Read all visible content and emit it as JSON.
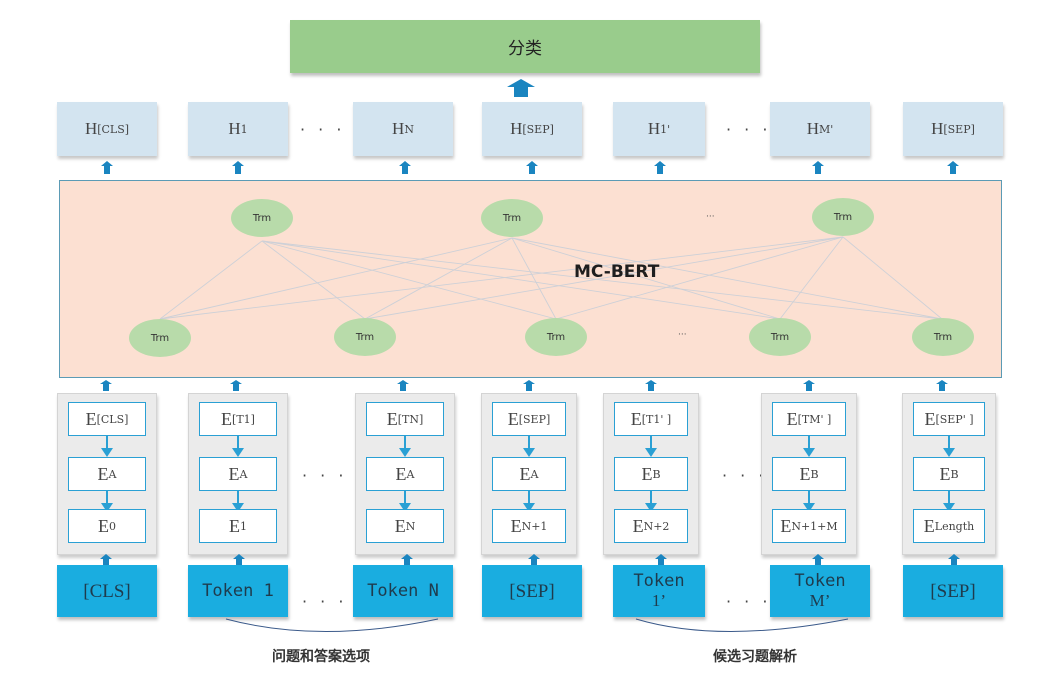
{
  "classification": {
    "label": "分类"
  },
  "hidden_states": [
    {
      "main": "H",
      "sub": "[CLS]"
    },
    {
      "main": "H",
      "sub": "1"
    },
    {
      "main": "H",
      "sub": "N"
    },
    {
      "main": "H",
      "sub": "[SEP]"
    },
    {
      "main": "H",
      "sub": "1'"
    },
    {
      "main": "H",
      "sub": "M'"
    },
    {
      "main": "H",
      "sub": "[SEP]"
    }
  ],
  "ellipsis": "· · ·",
  "model": {
    "title": "MC-BERT",
    "node_label": "Trm",
    "small_ellipsis": "···",
    "top_nodes": 3,
    "bottom_nodes": 5
  },
  "embeddings": [
    {
      "token": {
        "main": "E",
        "sub": "[CLS]"
      },
      "segment": {
        "main": "E",
        "sub": "A"
      },
      "position": {
        "main": "E",
        "sub": "0"
      }
    },
    {
      "token": {
        "main": "E",
        "sub": "[T1]"
      },
      "segment": {
        "main": "E",
        "sub": "A"
      },
      "position": {
        "main": "E",
        "sub": "1"
      }
    },
    {
      "token": {
        "main": "E",
        "sub": "[TN]"
      },
      "segment": {
        "main": "E",
        "sub": "A"
      },
      "position": {
        "main": "E",
        "sub": "N"
      }
    },
    {
      "token": {
        "main": "E",
        "sub": "[SEP]"
      },
      "segment": {
        "main": "E",
        "sub": "A"
      },
      "position": {
        "main": "E",
        "sub": "N+1"
      }
    },
    {
      "token": {
        "main": "E",
        "sub": "[T1' ]"
      },
      "segment": {
        "main": "E",
        "sub": "B"
      },
      "position": {
        "main": "E",
        "sub": "N+2"
      }
    },
    {
      "token": {
        "main": "E",
        "sub": "[TM' ]"
      },
      "segment": {
        "main": "E",
        "sub": "B"
      },
      "position": {
        "main": "E",
        "sub": "N+1+M"
      }
    },
    {
      "token": {
        "main": "E",
        "sub": "[SEP' ]"
      },
      "segment": {
        "main": "E",
        "sub": "B"
      },
      "position": {
        "main": "E",
        "sub": "Length"
      }
    }
  ],
  "tokens": [
    {
      "line1": "[CLS]",
      "line2": ""
    },
    {
      "line1": "Token 1",
      "line2": ""
    },
    {
      "line1": "Token N",
      "line2": ""
    },
    {
      "line1": "[SEP]",
      "line2": ""
    },
    {
      "line1": "Token",
      "line2": "1’"
    },
    {
      "line1": "Token",
      "line2": "M’"
    },
    {
      "line1": "[SEP]",
      "line2": ""
    }
  ],
  "groups": [
    {
      "label": "问题和答案选项"
    },
    {
      "label": "候选习题解析"
    }
  ],
  "colors": {
    "classification": "#99cc8c",
    "hidden_box": "#d3e4f0",
    "bert_bg": "#fce0d2",
    "trm_node": "#b8dbaa",
    "token_box": "#1aade0",
    "arrow": "#1a85c0",
    "embedding_border": "#2aa0d4"
  }
}
